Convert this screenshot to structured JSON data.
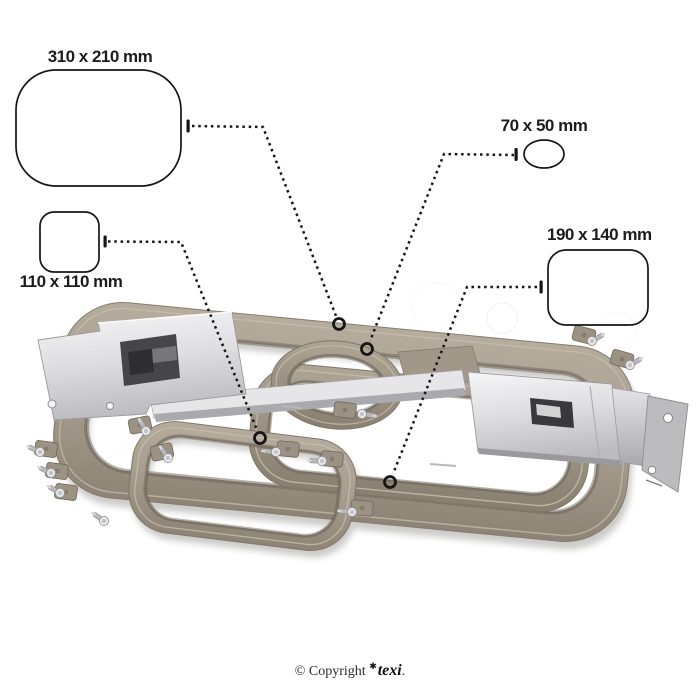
{
  "annotations": {
    "hoop_310": {
      "label": "310 x 210 mm"
    },
    "hoop_70": {
      "label": "70 x 50 mm"
    },
    "hoop_110": {
      "label": "110 x 110 mm"
    },
    "hoop_190": {
      "label": "190 x 140 mm"
    }
  },
  "footer": {
    "copyright": "© Copyright",
    "brand_mark": "✱",
    "brand": "texi",
    "suffix": "."
  },
  "colors": {
    "background": "#ffffff",
    "hoop_plastic_light": "#b6ac9d",
    "hoop_plastic_dark": "#948b7c",
    "hoop_inner_wall": "#6b6456",
    "metal_bright": "#f2f2f4",
    "metal_mid": "#c7c7ca",
    "annotation_ink": "#161616"
  }
}
